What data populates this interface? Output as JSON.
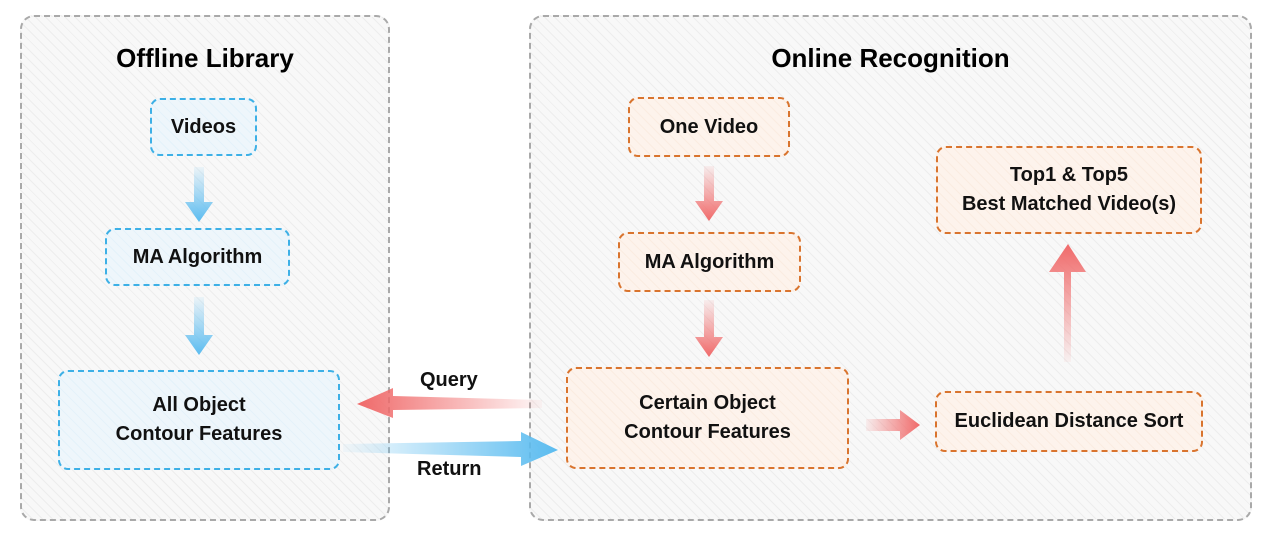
{
  "panels": {
    "offline": {
      "title": "Offline Library"
    },
    "online": {
      "title": "Online Recognition"
    }
  },
  "offline_nodes": {
    "videos": "Videos",
    "ma_algorithm": "MA Algorithm",
    "features_line1": "All Object",
    "features_line2": "Contour Features"
  },
  "online_nodes": {
    "one_video": "One Video",
    "ma_algorithm": "MA Algorithm",
    "features_line1": "Certain Object",
    "features_line2": "Contour Features",
    "sort": "Euclidean Distance Sort",
    "result_line1": "Top1 & Top5",
    "result_line2": "Best Matched Video(s)"
  },
  "edge_labels": {
    "query": "Query",
    "return": "Return"
  },
  "colors": {
    "blue_accent": "#3db0e6",
    "orange_accent": "#d9742e",
    "red_arrow": "#f06a6a",
    "blue_arrow": "#5bbcf0"
  }
}
